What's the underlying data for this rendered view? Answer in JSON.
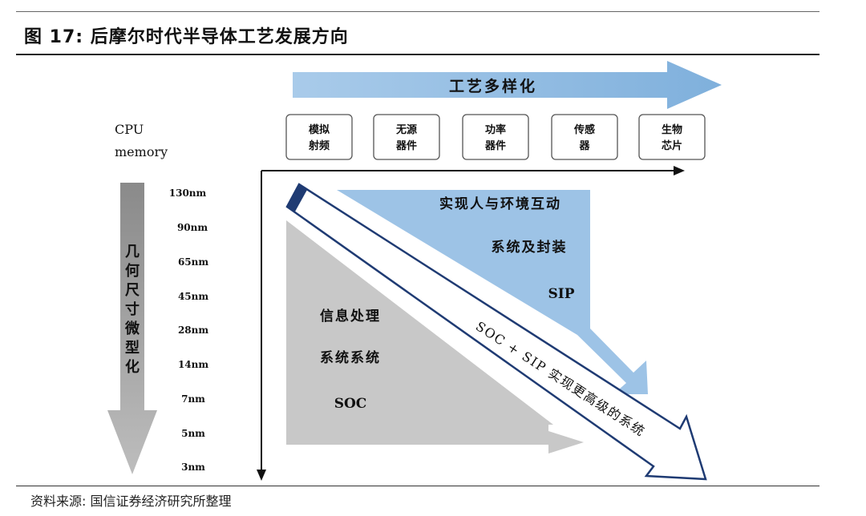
{
  "title": "图 17: 后摩尔时代半导体工艺发展方向",
  "source": "资料来源: 国信证券经济研究所整理",
  "top_arrow_label": "工艺多样化",
  "left_label_line1": "CPU",
  "left_label_line2": "memory",
  "shrink_label_chars": [
    "几",
    "何",
    "尺",
    "寸",
    "微",
    "型",
    "化"
  ],
  "process_boxes": [
    {
      "line1": "模拟",
      "line2": "射频"
    },
    {
      "line1": "无源",
      "line2": "器件"
    },
    {
      "line1": "功率",
      "line2": "器件"
    },
    {
      "line1": "传感",
      "line2": "器"
    },
    {
      "line1": "生物",
      "line2": "芯片"
    }
  ],
  "nodes": [
    "130nm",
    "90nm",
    "65nm",
    "45nm",
    "28nm",
    "14nm",
    "7nm",
    "5nm",
    "3nm"
  ],
  "blue_region": {
    "line1": "实现人与环境互动",
    "line2": "系统及封装",
    "line3": "SIP"
  },
  "gray_region": {
    "line1": "信息处理",
    "line2": "系统系统",
    "line3": "SOC"
  },
  "diagonal_arrow_label": "SOC + SIP 实现更高级的系统",
  "colors": {
    "blue_light": "#9dc3e6",
    "blue_arrow": "#8db6df",
    "gray": "#c8c8c8",
    "gray_dark": "#a9a9a9",
    "navy": "#1f3b73"
  }
}
